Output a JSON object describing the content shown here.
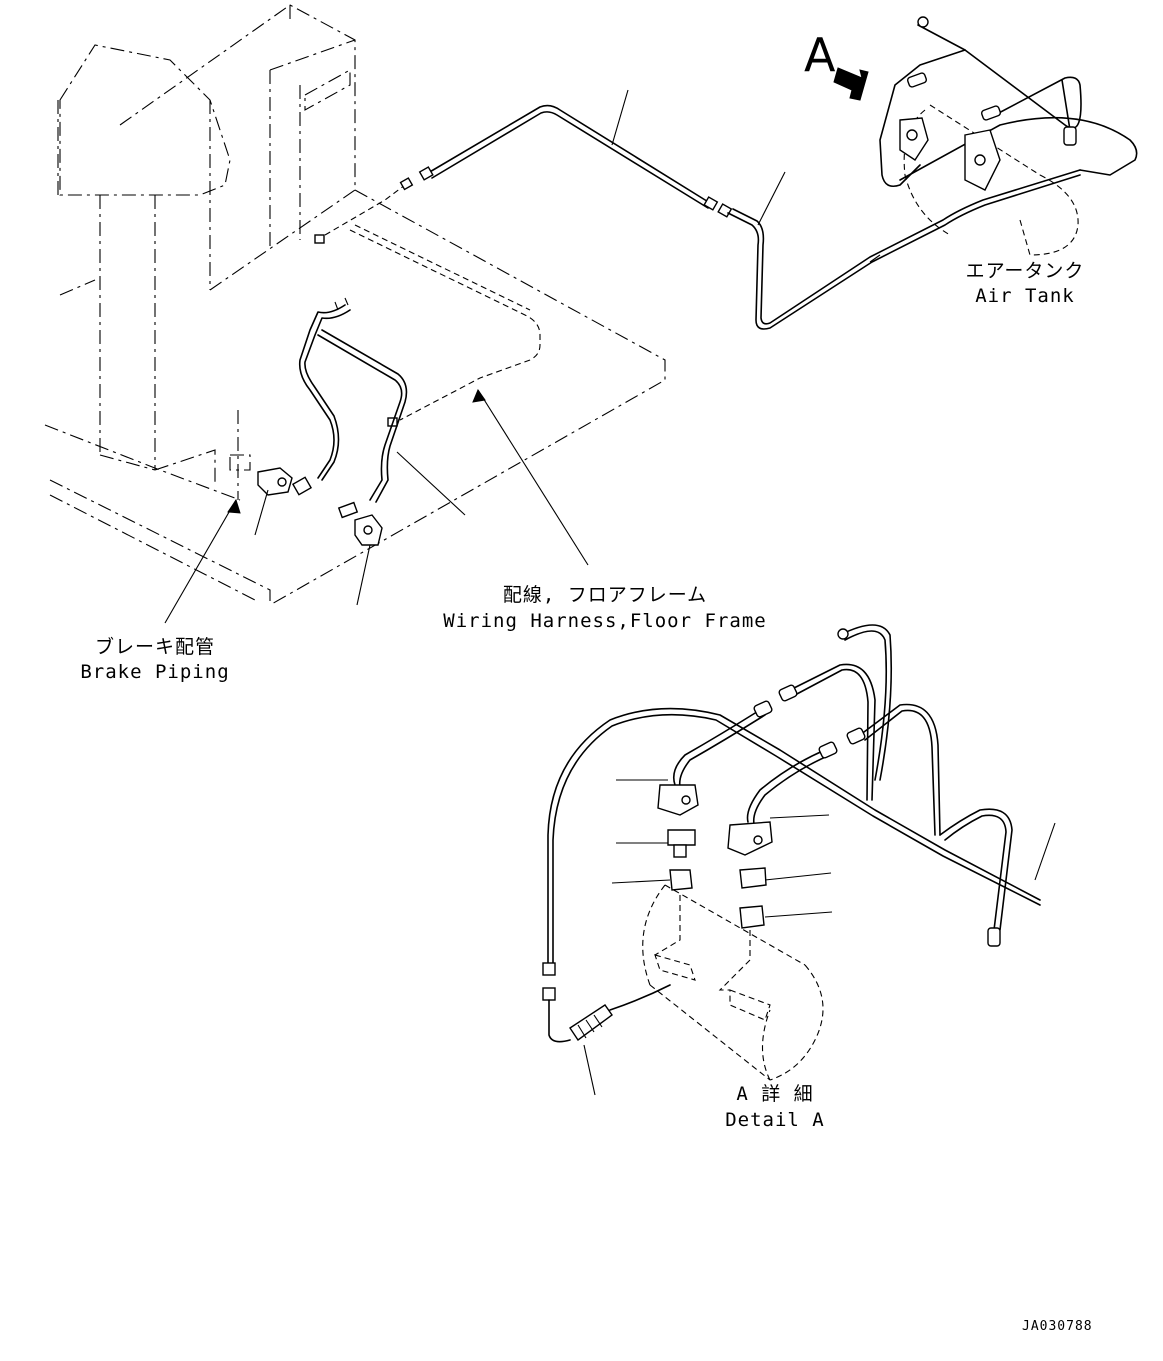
{
  "labels": {
    "view_marker": "A",
    "air_tank_jp": "エアータンク",
    "air_tank_en": "Air Tank",
    "wiring_jp": "配線, フロアフレーム",
    "wiring_en": "Wiring Harness,Floor Frame",
    "brake_jp": "ブレーキ配管",
    "brake_en": "Brake Piping",
    "detail_jp": "A 詳 細",
    "detail_en": "Detail A",
    "drawing_number": "JA030788"
  }
}
